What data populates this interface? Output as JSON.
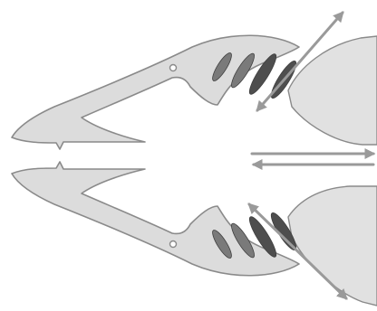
{
  "diagram": {
    "colors": {
      "background": "#ffffff",
      "jaw_fill": "#dcdcdc",
      "outline": "#8a8a8a",
      "body_fill": "#e1e1e1",
      "muscle_fill": "#7a7a7a",
      "muscle_dark": "#4e4e4e",
      "arrow": "#9a9a9a"
    },
    "parts": {
      "upper_jaw": "upper-jaw",
      "lower_jaw": "lower-jaw",
      "upper_joint": "upper-pivot",
      "lower_joint": "lower-pivot",
      "upper_body": "upper-body",
      "lower_body": "lower-body",
      "upper_muscles": 4,
      "lower_muscles": 4
    },
    "arrows": {
      "upper_diagonal": "double-headed",
      "lower_diagonal": "double-headed",
      "center_horizontal": "double-headed"
    }
  }
}
